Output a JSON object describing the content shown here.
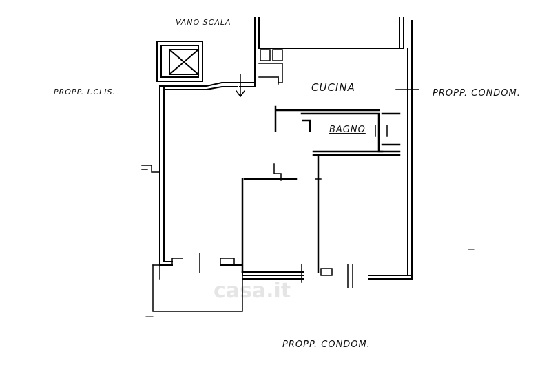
{
  "labels": {
    "vano_scala": "VANO SCALA",
    "prop_iclis": "PROPP. I.CLIS.",
    "cucina": "CUCINA",
    "prop_condom_right": "PROPP. CONDOM.",
    "bagno": "BAGNO",
    "prop_condom_bottom": "PROPP. CONDOM."
  },
  "watermark": "casa.it"
}
